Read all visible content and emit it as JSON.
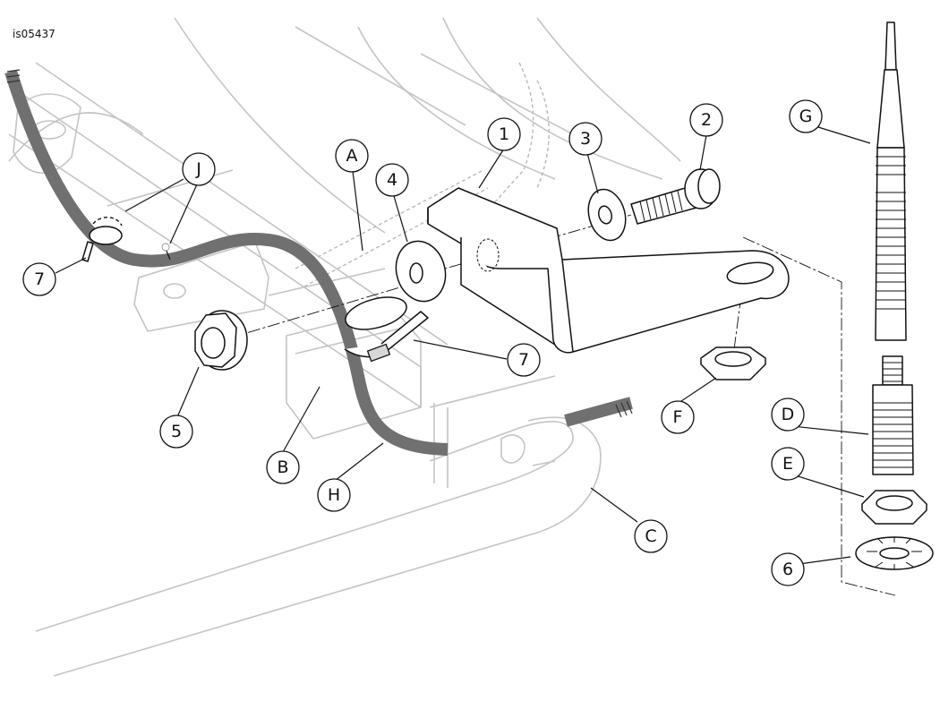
{
  "figure": {
    "id_label": "is05437"
  },
  "callouts": [
    {
      "key": "c1",
      "label": "1"
    },
    {
      "key": "c2",
      "label": "2"
    },
    {
      "key": "c3",
      "label": "3"
    },
    {
      "key": "c4",
      "label": "4"
    },
    {
      "key": "c5",
      "label": "5"
    },
    {
      "key": "c6",
      "label": "6"
    },
    {
      "key": "c7a",
      "label": "7"
    },
    {
      "key": "c7b",
      "label": "7"
    },
    {
      "key": "cA",
      "label": "A"
    },
    {
      "key": "cB",
      "label": "B"
    },
    {
      "key": "cC",
      "label": "C"
    },
    {
      "key": "cD",
      "label": "D"
    },
    {
      "key": "cE",
      "label": "E"
    },
    {
      "key": "cF",
      "label": "F"
    },
    {
      "key": "cG",
      "label": "G"
    },
    {
      "key": "cH",
      "label": "H"
    },
    {
      "key": "cJ",
      "label": "J"
    }
  ],
  "colors": {
    "ink": "#111111",
    "ghost_line": "#c4c4c4",
    "hose": "#707070",
    "shade": "#d7d7d7"
  }
}
